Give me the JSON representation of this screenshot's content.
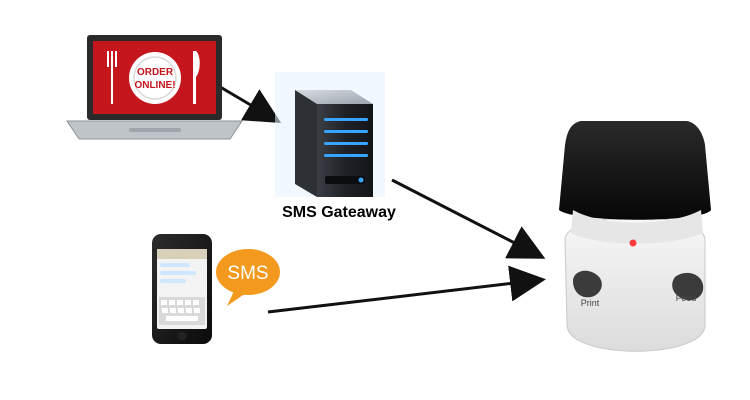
{
  "diagram": {
    "gateway_label": "SMS Gateaway",
    "sms_bubble_text": "SMS",
    "laptop_screen_text": [
      "ORDER",
      "ONLINE!"
    ],
    "printer_buttons": {
      "left": "Print",
      "right": "Feed"
    }
  },
  "colors": {
    "laptop_screen_red": "#c4161c",
    "sms_bubble_orange": "#f39a1e",
    "server_light_blue": "#37a5ff",
    "printer_led_red": "#ff3b3b",
    "arrow_color": "#111111"
  },
  "icons": {
    "laptop": "laptop-icon",
    "server": "server-icon",
    "phone": "smartphone-icon",
    "sms": "speech-bubble-icon",
    "printer": "thermal-printer-icon"
  }
}
